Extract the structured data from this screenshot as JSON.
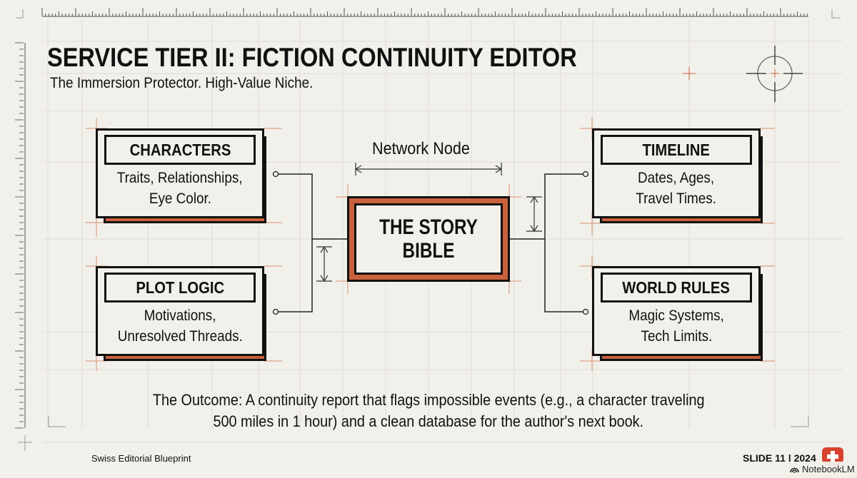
{
  "slide": {
    "title": "SERVICE TIER II: FICTION CONTINUITY EDITOR",
    "subtitle": "The Immersion Protector. High-Value Niche."
  },
  "diagram": {
    "center_label": "Network Node",
    "center_node": {
      "line1": "THE STORY",
      "line2": "BIBLE"
    },
    "nodes": [
      {
        "id": "characters",
        "title": "CHARACTERS",
        "line1": "Traits, Relationships,",
        "line2": "Eye Color."
      },
      {
        "id": "plot-logic",
        "title": "PLOT LOGIC",
        "line1": "Motivations,",
        "line2": "Unresolved Threads."
      },
      {
        "id": "timeline",
        "title": "TIMELINE",
        "line1": "Dates, Ages,",
        "line2": "Travel Times."
      },
      {
        "id": "world-rules",
        "title": "WORLD RULES",
        "line1": "Magic Systems,",
        "line2": "Tech Limits."
      }
    ],
    "edges": [
      {
        "from": "characters",
        "to": "center"
      },
      {
        "from": "plot-logic",
        "to": "center"
      },
      {
        "from": "timeline",
        "to": "center"
      },
      {
        "from": "world-rules",
        "to": "center"
      }
    ]
  },
  "outcome": {
    "line1": "The Outcome: A continuity report that flags impossible events (e.g., a character traveling",
    "line2": "500 miles in 1 hour) and a clean database for the author's next book."
  },
  "footer": {
    "left": "Swiss Editorial Blueprint",
    "right": "SLIDE 11 | 2024",
    "badge": "NotebookLM"
  },
  "colors": {
    "background": "#f1f0ea",
    "accent": "#c9613d",
    "ink": "#111111",
    "grid": "#dcdbd3",
    "badge_red": "#d8412f"
  }
}
